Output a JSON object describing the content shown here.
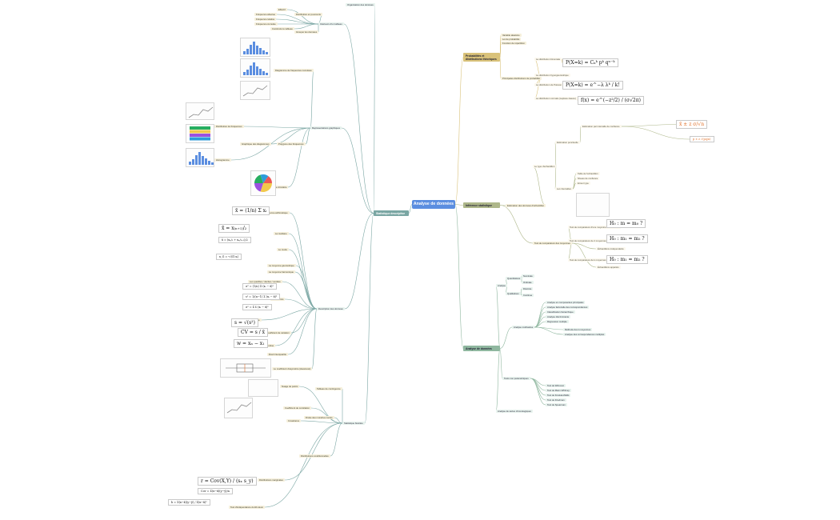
{
  "root": {
    "title": "Analyse de données"
  },
  "branches": {
    "left": "Statistique descriptive",
    "top_right": "Probabilités et distributions théoriques",
    "mid_right": "Inférence statistique",
    "bottom_right": "Analyse de données"
  },
  "colors": {
    "root": "#5b8ee0",
    "left": "#7aa6a3",
    "top_right": "#d9c27a",
    "mid_right": "#aeb78a",
    "bottom_right": "#8fb79f",
    "accent": "#e0702a"
  },
  "left_tree": {
    "top": "Organisation des données",
    "g1": "Intérieurs d'un tableau",
    "g1_items": [
      "Effectif",
      "Fréquence absolue",
      "Fréquence relative",
      "Fréquence cumulée",
      "Distribution en pourcents",
      "Construire le tableau",
      "Grouper les données"
    ],
    "g2": "Représentations graphiques",
    "g2_items": [
      "Diagramme de fréquences cumulées",
      "Diagramme circulaire",
      "Distribution de fréquences",
      "Histogramme",
      "Polygone des fréquences",
      "Graphique des diagrammes"
    ],
    "g3": "Description des données",
    "g3_items": [
      "La moyenne arithmétique",
      "La médiane",
      "Le mode",
      "La moyenne géométrique",
      "La moyenne harmonique",
      "Les quartiles / déciles / centiles",
      "La variance",
      "L'écart-type",
      "Le coefficient de variation",
      "L'étendue",
      "Écart interquartile",
      "Le coefficient d'asymétrie (skewness)"
    ],
    "g4": "Statistique bivariée",
    "g4_items": [
      "Tableau de contingence",
      "Nuage de points",
      "Droite des moindres carrés",
      "Coefficient de corrélation",
      "Covariance",
      "Distributions conditionnelles",
      "Distributions marginales",
      "Test d'indépendance du khi-deux"
    ]
  },
  "top_right_tree": {
    "items": [
      "Variable aléatoire",
      "Loi de probabilité",
      "Fonction de répartition"
    ],
    "sub": "Principales distributions de probabilité",
    "sub_items": [
      "La distribution binomiale",
      "La distribution hypergéométrique",
      "La distribution de Poisson",
      "La distribution normale (Laplace-Gauss)"
    ]
  },
  "mid_right_tree": {
    "a": "Estimation des données d'échantillon",
    "a_items": [
      "Le type d'échantillon",
      "Estimation ponctuelle",
      "Estimation par intervalle de confiance",
      "Les intervalles",
      "Taille de l'échantillon",
      "Niveau de confiance",
      "Erreur type"
    ],
    "b": "Test de comparaison des moyennes",
    "b_items": [
      "Test de comparaison d'une moyenne à une valeur",
      "Test de comparaison de 2 moyennes",
      "Échantillons indépendants",
      "Échantillons appariés",
      "Test de comparaison de k moyennes (ANOVA)"
    ]
  },
  "bottom_right_tree": {
    "a": "Analyse",
    "a_items": [
      "Quantitatives",
      "Qualitatives",
      "Nominale",
      "Ordinale",
      "Discrète",
      "Continue"
    ],
    "b": "Analyse multivariée",
    "b_items": [
      "Analyse en composantes principales",
      "Analyse factorielle des correspondances",
      "Classification hiérarchique",
      "Analyse discriminante",
      "Régression multiple",
      "Méthode des k-moyennes",
      "Analyse des correspondances multiples"
    ],
    "c": "Tests non paramétriques",
    "c_items": [
      "Test de Wilcoxon",
      "Test de Mann-Whitney",
      "Test de Kruskal-Wallis",
      "Test de Friedman",
      "Test de Spearman"
    ],
    "d": "Analyse de séries chronologiques"
  },
  "formulas": {
    "mean": "x̄ = (1/n) Σ xᵢ",
    "median": "x̃ = x₍ₙ₊₁₎/₂",
    "mode": "x̃ = (xₙ/₂ + xₙ/₂₊₁)/2",
    "geom": "x_G = ⁿ√(Π xᵢ)",
    "var1": "σ² = (1/n) Σ (xᵢ − x̄)²",
    "var2": "s² = 1/(n−1) Σ (xᵢ − x̄)²",
    "var3": "σ² = Σ fᵢ (xᵢ − x̄)²",
    "sd": "s = √(s²)",
    "cv": "CV = s / x̄",
    "range": "w = xₙ − x₁",
    "corr": "r = Cov(X,Y) / (sₓ s_y)",
    "cov": "Cov = Σ(x−x̄)(y−ȳ)/n",
    "ls": "b = Σ(x−x̄)(y−ȳ) / Σ(x−x̄)²",
    "binom": "P(X=k) = Cₙᵏ pᵏ qⁿ⁻ᵏ",
    "poisson": "P(X=k) = e^−λ λᵏ / k!",
    "normal": "f(x) = e^(−z²/2) / (σ√2π)",
    "h0a": "H₀ : m = m₀ ?",
    "h0b": "H₀ : m₁ = m₂ ?",
    "h0c": "H₀ : m₁ = m₂ ?",
    "ci": "x̄ ± z σ/√n",
    "prop": "p ± z √(pq/n)"
  }
}
